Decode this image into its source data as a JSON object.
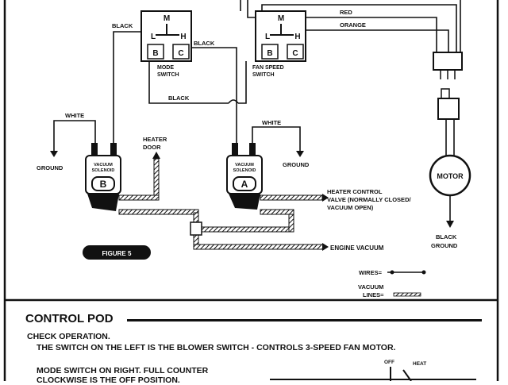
{
  "switches": {
    "mode": {
      "top": "M",
      "left": "L",
      "right": "H",
      "bl": "B",
      "br": "C",
      "caption1": "MODE",
      "caption2": "SWITCH"
    },
    "fan": {
      "top": "M",
      "left": "L",
      "right": "H",
      "bl": "B",
      "br": "C",
      "caption1": "FAN SPEED",
      "caption2": "SWITCH"
    }
  },
  "wires": {
    "black_a": "BLACK",
    "black_b": "BLACK",
    "black_c": "BLACK",
    "red": "RED",
    "orange": "ORANGE",
    "white_a": "WHITE",
    "white_b": "WHITE"
  },
  "ground": {
    "left": "GROUND",
    "mid": "GROUND"
  },
  "heater_door": {
    "line1": "HEATER",
    "line2": "DOOR"
  },
  "solenoid_b": {
    "line1": "VACUUM",
    "line2": "SOLENOID",
    "letter": "B"
  },
  "solenoid_a": {
    "line1": "VACUUM",
    "line2": "SOLENOID",
    "letter": "A"
  },
  "valve": {
    "line1": "HEATER CONTROL",
    "line2": "VALVE (NORMALLY CLOSED/",
    "line3": "VACUUM OPEN)"
  },
  "motor": {
    "label": "MOTOR",
    "ground1": "BLACK",
    "ground2": "GROUND"
  },
  "figure_badge": "FIGURE 5",
  "engine_vacuum": "ENGINE VACUUM",
  "legend": {
    "wires": "WIRES=",
    "vacuum1": "VACUUM",
    "vacuum2": "LINES="
  },
  "control_pod": {
    "heading": "CONTROL POD",
    "line1": "CHECK OPERATION.",
    "line2": "THE SWITCH ON THE LEFT IS THE BLOWER SWITCH - CONTROLS 3-SPEED FAN MOTOR.",
    "line3": "MODE SWITCH ON RIGHT. FULL COUNTER",
    "line4": "CLOCKWISE IS THE OFF POSITION.",
    "dial_off": "OFF",
    "dial_heat": "HEAT"
  }
}
